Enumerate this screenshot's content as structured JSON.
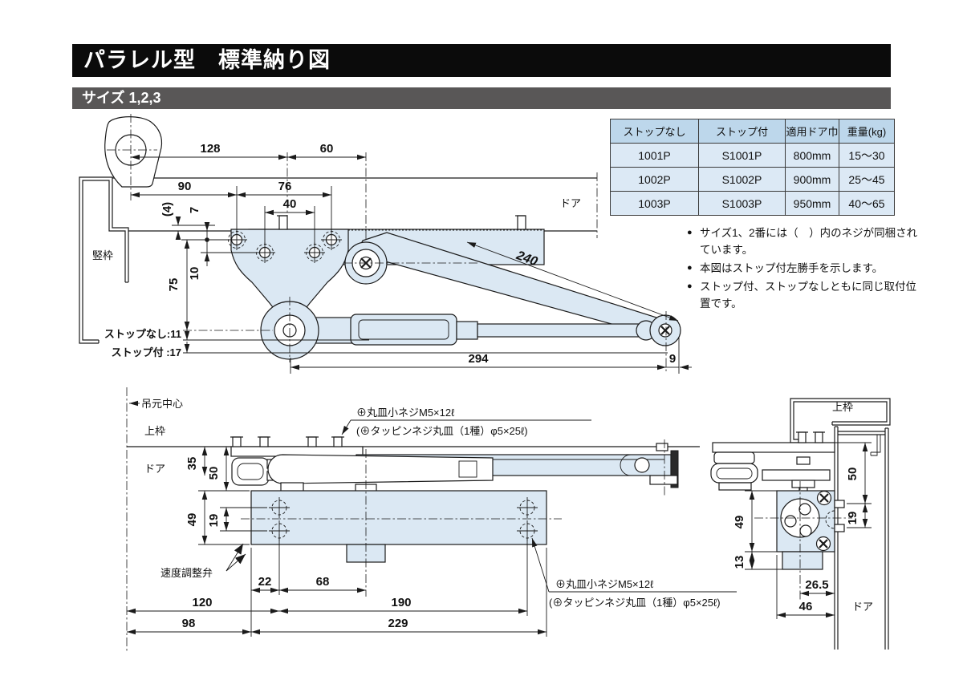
{
  "header": {
    "title": "パラレル型　標準納り図"
  },
  "size_bar": {
    "label": "サイズ 1,2,3"
  },
  "spec_table": {
    "headers": [
      "ストップなし",
      "ストップ付",
      "適用ドア巾",
      "重量(kg)"
    ],
    "rows": [
      [
        "1001P",
        "S1001P",
        "800mm",
        "15〜30"
      ],
      [
        "1002P",
        "S1002P",
        "900mm",
        "25〜45"
      ],
      [
        "1003P",
        "S1003P",
        "950mm",
        "40〜65"
      ]
    ]
  },
  "notes": {
    "items": [
      "サイズ1、2番には（　）内のネジが同梱されています。",
      "本図はストップ付左勝手を示します。",
      "ストップ付、ストップなしともに同じ取付位置です。"
    ]
  },
  "front_view": {
    "labels": {
      "jamb": "竪枠",
      "door": "ドア",
      "stop_none": "ストップなし:11",
      "stop_with": "ストップ付 :17"
    },
    "dims": {
      "d128": "128",
      "d60": "60",
      "d90": "90",
      "d76": "76",
      "d40": "40",
      "d4": "(4)",
      "d7": "7",
      "d75": "75",
      "d10": "10",
      "d240": "240",
      "d294": "294",
      "d9": "9"
    }
  },
  "plan_view": {
    "labels": {
      "hinge_center": "吊元中心",
      "top_frame": "上枠",
      "door": "ドア",
      "valve": "速度調整弁"
    },
    "screw_note_top": {
      "line1": "⊕丸皿小ネジM5×12ℓ",
      "line2": "(⊕タッピンネジ丸皿（1種）φ5×25ℓ)"
    },
    "screw_note_bottom": {
      "line1": "⊕丸皿小ネジM5×12ℓ",
      "line2": "(⊕タッピンネジ丸皿（1種）φ5×25ℓ)"
    },
    "dims": {
      "d35": "35",
      "d50": "50",
      "d49": "49",
      "d19": "19",
      "d22": "22",
      "d68": "68",
      "d120": "120",
      "d190": "190",
      "d98": "98",
      "d229": "229"
    }
  },
  "side_view": {
    "labels": {
      "top_frame": "上枠",
      "door": "ドア"
    },
    "dims": {
      "d50": "50",
      "d19": "19",
      "d49": "49",
      "d13": "13",
      "d26_5": "26.5",
      "d46": "46"
    }
  },
  "colors": {
    "accent_fill": "#dbe8f3",
    "title_bg": "#0b0b0b",
    "size_bar_bg": "#595757",
    "table_header_bg": "#bdd7eb",
    "table_cell_bg": "#dce9f5",
    "line": "#1a1a1a"
  }
}
